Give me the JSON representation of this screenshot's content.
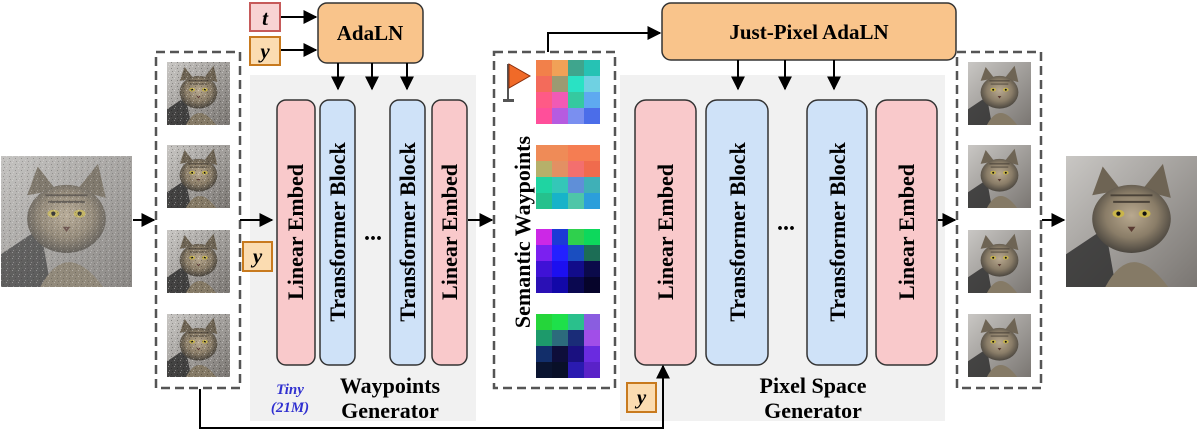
{
  "inputs": {
    "t_label": "t",
    "y_label": "y"
  },
  "adaln": {
    "label": "AdaLN"
  },
  "waypoints_generator": {
    "blocks": [
      "Linear Embed",
      "Transformer Block",
      "Transformer Block",
      "Linear Embed"
    ],
    "ellipsis": "...",
    "title_line1": "Waypoints",
    "title_line2": "Generator",
    "tiny_line1": "Tiny",
    "tiny_line2": "(21M)"
  },
  "semantic_waypoints": {
    "label": "Semantic Waypoints"
  },
  "just_pixel_adaln": {
    "label": "Just-Pixel AdaLN"
  },
  "pixel_space_generator": {
    "blocks": [
      "Linear Embed",
      "Transformer Block",
      "Transformer Block",
      "Linear Embed"
    ],
    "ellipsis": "...",
    "title_line1": "Pixel Space",
    "title_line2": "Generator"
  },
  "colors": {
    "adaln_fill": "#f9c48b",
    "t_fill": "#f8d3d3",
    "y_fill": "#fbdcb1",
    "linear_embed_fill": "#f9c9cb",
    "transformer_fill": "#cfe2f8",
    "panel_fill": "#f1f1f1",
    "tiny_color": "#3030d0",
    "flag_color": "#f06a28"
  }
}
